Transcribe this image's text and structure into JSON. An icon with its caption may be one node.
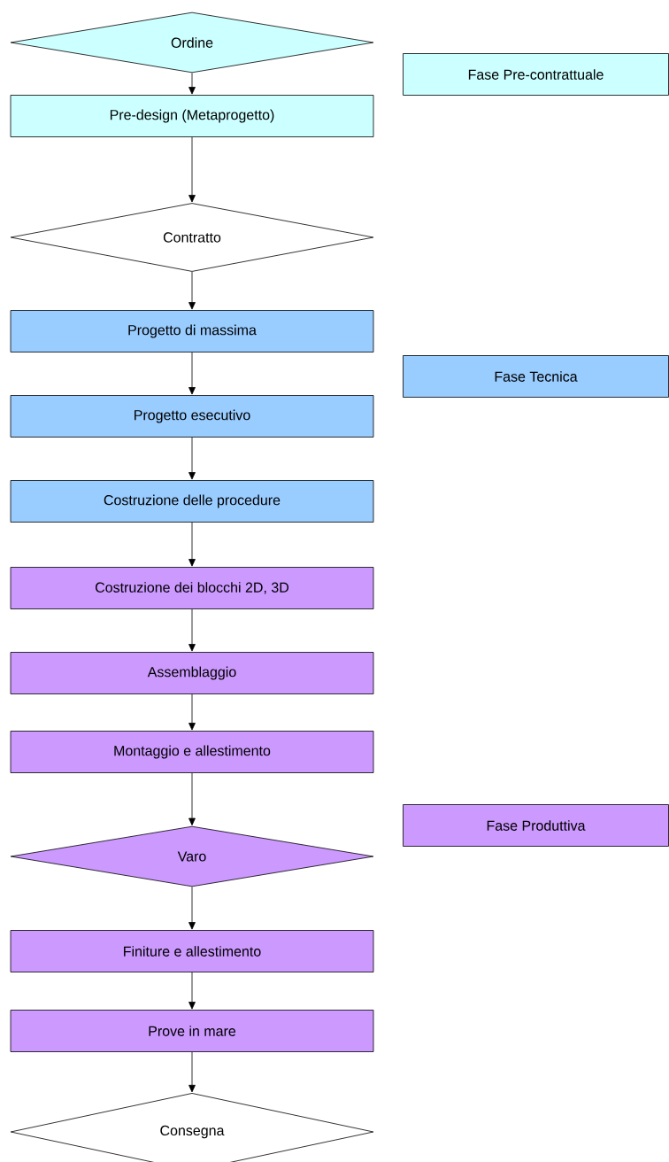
{
  "diagram": {
    "nodes": [
      {
        "text": [
          "Ordine"
        ]
      },
      {
        "text": [
          "Pre-design (Metaprogetto)"
        ]
      },
      {
        "text": [
          "Contratto"
        ]
      },
      {
        "text": [
          "Progetto di massima"
        ]
      },
      {
        "text": [
          "Progetto esecutivo"
        ]
      },
      {
        "text": [
          "Costruzione delle procedure"
        ]
      },
      {
        "text": [
          "Costruzione dei blocchi 2D, 3D"
        ]
      },
      {
        "text": [
          "Assemblaggio"
        ]
      },
      {
        "text": [
          "Montaggio e allestimento"
        ]
      },
      {
        "text": [
          "Varo"
        ]
      },
      {
        "text": [
          "Finiture e allestimento"
        ]
      },
      {
        "text": [
          "Prove in mare"
        ]
      },
      {
        "text": [
          "Consegna"
        ]
      }
    ],
    "edges": [
      {
        "from": 0,
        "to": 1,
        "arrow": "to"
      },
      {
        "from": 1,
        "to": 2,
        "arrow": "to"
      },
      {
        "from": 2,
        "to": 3,
        "arrow": "to"
      },
      {
        "from": 3,
        "to": 4,
        "arrow": "to"
      },
      {
        "from": 4,
        "to": 5,
        "arrow": "to"
      },
      {
        "from": 5,
        "to": 6,
        "arrow": "to"
      },
      {
        "from": 6,
        "to": 7,
        "arrow": "to"
      },
      {
        "from": 7,
        "to": 8,
        "arrow": "to"
      },
      {
        "from": 8,
        "to": 9,
        "arrow": "to"
      },
      {
        "from": 9,
        "to": 10,
        "arrow": "to"
      },
      {
        "from": 10,
        "to": 11,
        "arrow": "to"
      },
      {
        "from": 11,
        "to": 12,
        "arrow": "to"
      }
    ],
    "legend": [
      {
        "text": "Fase Pre-contrattuale",
        "color": "#ccffff"
      },
      {
        "text": "Fase Tecnica",
        "color": "#99ccff"
      },
      {
        "text": "Fase Produttiva",
        "color": "#cc99ff"
      }
    ]
  }
}
